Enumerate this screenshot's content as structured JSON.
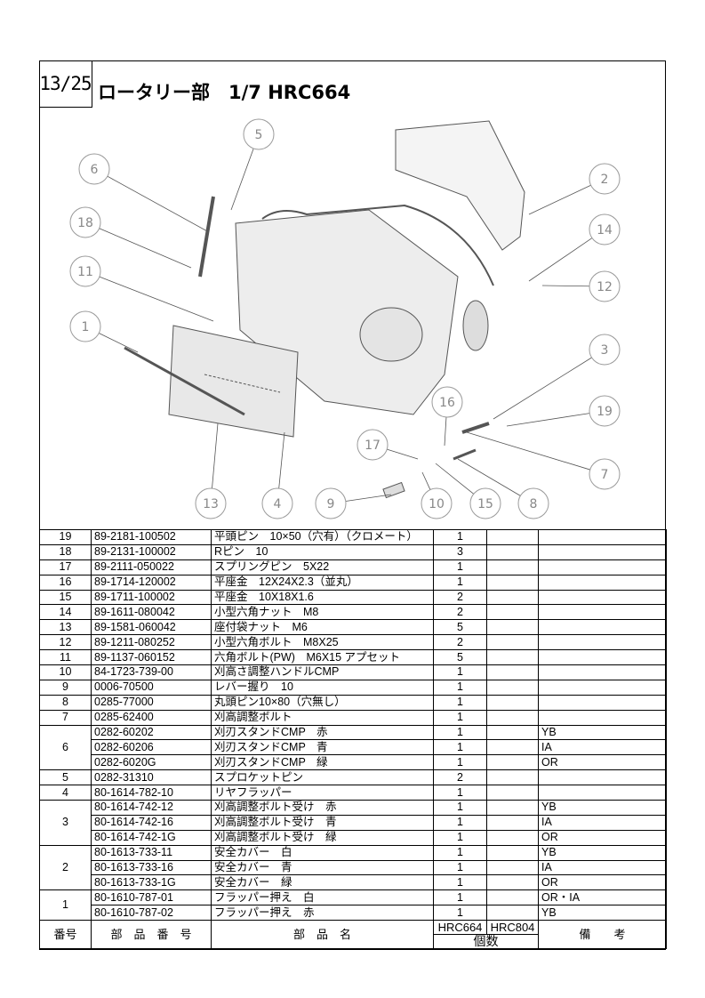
{
  "page": {
    "number": "13/25",
    "title": "ロータリー部　1/7 HRC664"
  },
  "diagram": {
    "callouts": [
      "5",
      "6",
      "18",
      "11",
      "1",
      "2",
      "14",
      "12",
      "3",
      "19",
      "7",
      "16",
      "17",
      "13",
      "4",
      "9",
      "10",
      "15",
      "8"
    ],
    "colors": {
      "callout": "#9a9a9a",
      "line": "#555555"
    }
  },
  "table": {
    "header": {
      "no": "番号",
      "part_no": "部　品　番　号",
      "name": "部　品　名",
      "model1": "HRC664",
      "model2": "HRC804",
      "qty": "個数",
      "remarks": "備　　考"
    },
    "groups": [
      {
        "no": "19",
        "items": [
          {
            "part": "89-2181-100502",
            "name": "平頭ピン　10×50（穴有）（クロメート）",
            "q1": "1",
            "q2": "",
            "remark": ""
          }
        ]
      },
      {
        "no": "18",
        "items": [
          {
            "part": "89-2131-100002",
            "name": "Rピン　10",
            "q1": "3",
            "q2": "",
            "remark": ""
          }
        ]
      },
      {
        "no": "17",
        "items": [
          {
            "part": "89-2111-050022",
            "name": "スプリングピン　5X22",
            "q1": "1",
            "q2": "",
            "remark": ""
          }
        ]
      },
      {
        "no": "16",
        "items": [
          {
            "part": "89-1714-120002",
            "name": "平座金　12X24X2.3（並丸）",
            "q1": "1",
            "q2": "",
            "remark": ""
          }
        ]
      },
      {
        "no": "15",
        "items": [
          {
            "part": "89-1711-100002",
            "name": "平座金　10X18X1.6",
            "q1": "2",
            "q2": "",
            "remark": ""
          }
        ]
      },
      {
        "no": "14",
        "items": [
          {
            "part": "89-1611-080042",
            "name": "小型六角ナット　M8",
            "q1": "2",
            "q2": "",
            "remark": ""
          }
        ]
      },
      {
        "no": "13",
        "items": [
          {
            "part": "89-1581-060042",
            "name": "座付袋ナット　M6",
            "q1": "5",
            "q2": "",
            "remark": ""
          }
        ]
      },
      {
        "no": "12",
        "items": [
          {
            "part": "89-1211-080252",
            "name": "小型六角ボルト　M8X25",
            "q1": "2",
            "q2": "",
            "remark": ""
          }
        ]
      },
      {
        "no": "11",
        "items": [
          {
            "part": "89-1137-060152",
            "name": "六角ボルト(PW)　M6X15 アプセット",
            "q1": "5",
            "q2": "",
            "remark": ""
          }
        ]
      },
      {
        "no": "10",
        "items": [
          {
            "part": "84-1723-739-00",
            "name": "刈高さ調整ハンドルCMP",
            "q1": "1",
            "q2": "",
            "remark": ""
          }
        ]
      },
      {
        "no": "9",
        "items": [
          {
            "part": "0006-70500",
            "name": "レバー握り　10",
            "q1": "1",
            "q2": "",
            "remark": ""
          }
        ]
      },
      {
        "no": "8",
        "items": [
          {
            "part": "0285-77000",
            "name": "丸頭ピン10×80（穴無し）",
            "q1": "1",
            "q2": "",
            "remark": ""
          }
        ]
      },
      {
        "no": "7",
        "items": [
          {
            "part": "0285-62400",
            "name": "刈高調整ボルト",
            "q1": "1",
            "q2": "",
            "remark": ""
          }
        ]
      },
      {
        "no": "6",
        "items": [
          {
            "part": "0282-60202",
            "name": "刈刃スタンドCMP　赤",
            "q1": "1",
            "q2": "",
            "remark": "YB"
          },
          {
            "part": "0282-60206",
            "name": "刈刃スタンドCMP　青",
            "q1": "1",
            "q2": "",
            "remark": "IA"
          },
          {
            "part": "0282-6020G",
            "name": "刈刃スタンドCMP　緑",
            "q1": "1",
            "q2": "",
            "remark": "OR"
          }
        ]
      },
      {
        "no": "5",
        "items": [
          {
            "part": "0282-31310",
            "name": "スプロケットピン",
            "q1": "2",
            "q2": "",
            "remark": ""
          }
        ]
      },
      {
        "no": "4",
        "items": [
          {
            "part": "80-1614-782-10",
            "name": "リヤフラッパー",
            "q1": "1",
            "q2": "",
            "remark": ""
          }
        ]
      },
      {
        "no": "3",
        "items": [
          {
            "part": "80-1614-742-12",
            "name": "刈高調整ボルト受け　赤",
            "q1": "1",
            "q2": "",
            "remark": "YB"
          },
          {
            "part": "80-1614-742-16",
            "name": "刈高調整ボルト受け　青",
            "q1": "1",
            "q2": "",
            "remark": "IA"
          },
          {
            "part": "80-1614-742-1G",
            "name": "刈高調整ボルト受け　緑",
            "q1": "1",
            "q2": "",
            "remark": "OR"
          }
        ]
      },
      {
        "no": "2",
        "items": [
          {
            "part": "80-1613-733-11",
            "name": "安全カバー　白",
            "q1": "1",
            "q2": "",
            "remark": "YB"
          },
          {
            "part": "80-1613-733-16",
            "name": "安全カバー　青",
            "q1": "1",
            "q2": "",
            "remark": "IA"
          },
          {
            "part": "80-1613-733-1G",
            "name": "安全カバー　緑",
            "q1": "1",
            "q2": "",
            "remark": "OR"
          }
        ]
      },
      {
        "no": "1",
        "items": [
          {
            "part": "80-1610-787-01",
            "name": "フラッパー押え　白",
            "q1": "1",
            "q2": "",
            "remark": "OR・IA"
          },
          {
            "part": "80-1610-787-02",
            "name": "フラッパー押え　赤",
            "q1": "1",
            "q2": "",
            "remark": "YB"
          }
        ]
      }
    ]
  }
}
